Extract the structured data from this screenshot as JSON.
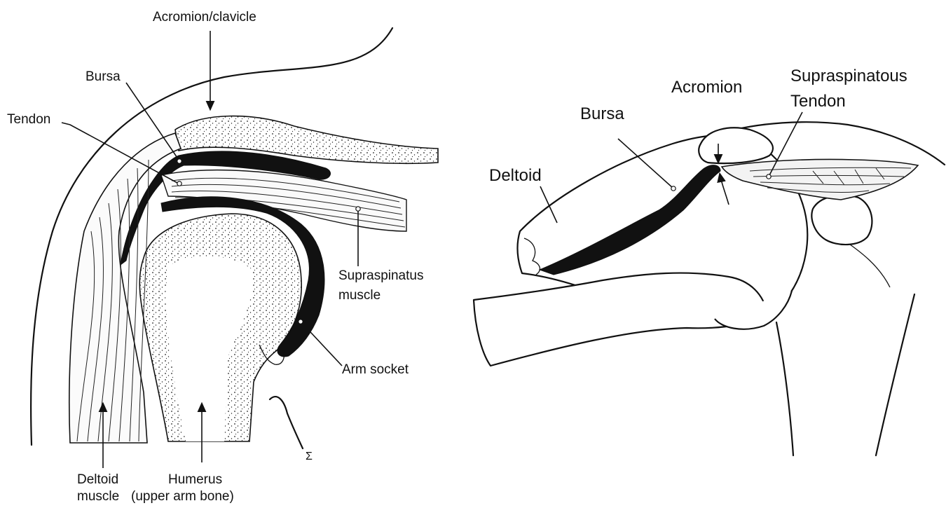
{
  "left_figure": {
    "labels": {
      "acromion_clavicle": "Acromion/clavicle",
      "bursa": "Bursa",
      "tendon": "Tendon",
      "supraspinatus_line1": "Supraspinatus",
      "supraspinatus_line2": "muscle",
      "arm_socket": "Arm socket",
      "deltoid_line1": "Deltoid",
      "deltoid_line2": "muscle",
      "humerus_line1": "Humerus",
      "humerus_line2": "(upper arm bone)",
      "artist_mark": "Σ"
    }
  },
  "right_figure": {
    "labels": {
      "acromion": "Acromion",
      "supraspinatous_line1": "Supraspinatous",
      "supraspinatous_line2": "Tendon",
      "bursa": "Bursa",
      "deltoid": "Deltoid"
    }
  }
}
